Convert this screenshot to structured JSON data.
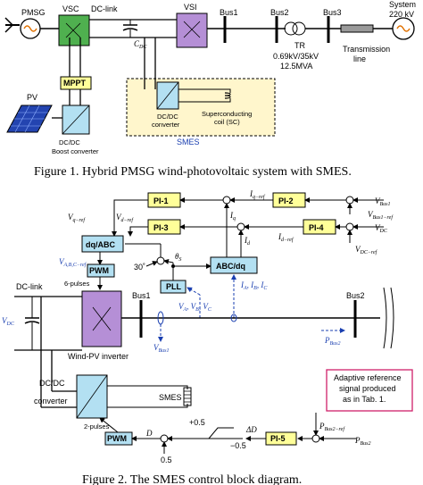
{
  "fig1": {
    "pmsg": "PMSG",
    "vsc": "VSC",
    "dclink": "DC-link",
    "cdc": "C",
    "cdc_sub": "DC",
    "vsi": "VSI",
    "bus1": "Bus1",
    "bus2": "Bus2",
    "bus3": "Bus3",
    "system_l1": "System",
    "system_l2": "220 kV",
    "tr": "TR",
    "tr_rating": "0.69kV/35kV",
    "tr_mva": "12.5MVA",
    "tline_l1": "Transmission",
    "tline_l2": "line",
    "mppt": "MPPT",
    "pv": "PV",
    "dcdc_boost_l1": "DC/DC",
    "dcdc_boost_l2": "Boost converter",
    "dcdc_conv_l1": "DC/DC",
    "dcdc_conv_l2": "converter",
    "sc_l1": "Superconducting",
    "sc_l2": "coil (SC)",
    "smes": "SMES",
    "caption": "Figure 1. Hybrid PMSG wind-photovoltaic system with SMES."
  },
  "fig2": {
    "pi1": "PI-1",
    "pi2": "PI-2",
    "pi3": "PI-3",
    "pi4": "PI-4",
    "pi5": "PI-5",
    "iq_ref": "I",
    "iq_ref_sub": "q−ref",
    "id_ref": "I",
    "id_ref_sub": "d−ref",
    "vbus1": "V",
    "vbus1_sub": "Bus1",
    "vbus1_ref": "V",
    "vbus1_ref_sub": "Bus1−ref",
    "vdc": "V",
    "vdc_sub": "DC",
    "vdc_ref": "V",
    "vdc_ref_sub": "DC−ref",
    "vq_ref": "V",
    "vq_ref_sub": "q−ref",
    "vd_ref": "V",
    "vd_ref_sub": "d−ref",
    "dq_abc": "dq/ABC",
    "abc_dq": "ABC/dq",
    "vabc_ref": "V",
    "vabc_ref_sub": "A,B,C−ref",
    "pwm": "PWM",
    "pulses6": "6-pulses",
    "pulses2": "2-pulses",
    "pll": "PLL",
    "deg30": "30˚",
    "theta": "θ",
    "theta_sub": "S",
    "iq": "I",
    "iq_sub": "q",
    "id": "I",
    "id_sub": "d",
    "iabc": "I",
    "vabc": "V",
    "dclink": "DC-link",
    "bus1": "Bus1",
    "bus2": "Bus2",
    "vbus1_meas": "V",
    "vbus1_meas_sub": "Bus1",
    "pbus2": "P",
    "pbus2_sub": "Bus2",
    "wpv_inverter": "Wind-PV inverter",
    "dcdc_l1": "DC/DC",
    "dcdc_l2": "converter",
    "smes": "SMES",
    "adaptive_l1": "Adaptive reference",
    "adaptive_l2": "signal produced",
    "adaptive_l3": "as in Tab. 1.",
    "pbus2_ref": "P",
    "pbus2_ref_sub": "Bus2−ref",
    "pbus2_in": "P",
    "pbus2_in_sub": "Bus2",
    "delta_d": "ΔD",
    "d": "D",
    "plus05": "+0.5",
    "minus05": "−0.5",
    "half": "0.5",
    "caption": "Figure 2. The SMES control block diagram."
  },
  "colors": {
    "yellow_block": "#ffff99",
    "blue_block": "#b3e0f2",
    "purple_block": "#b58fd6",
    "green_block": "#4fb04f",
    "smes_area": "#fff6cc",
    "accent_blue": "#1a3fb0"
  }
}
